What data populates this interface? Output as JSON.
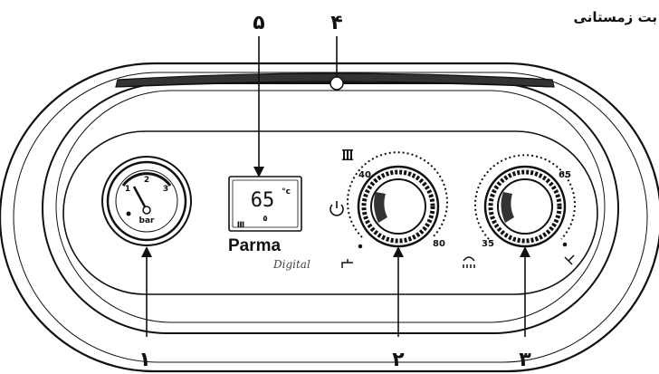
{
  "title": "بت زمستانی",
  "labels": {
    "gauge": "۱",
    "heating_knob": "۲",
    "water_knob": "۳",
    "indicator": "۴",
    "display": "۵"
  },
  "gauge": {
    "unit": "bar",
    "ticks": [
      "1",
      "2",
      "3"
    ],
    "needle_value": 1.5
  },
  "display": {
    "value": "65",
    "unit": "°c",
    "flame_symbol": "٥",
    "radiator_symbol": "Ⅲ"
  },
  "brand": {
    "name": "Parma",
    "subtitle": "Digital"
  },
  "heating_knob": {
    "min": "40",
    "max": "80"
  },
  "water_knob": {
    "min": "35",
    "max": "65"
  },
  "icons": [
    "power-icon",
    "radiator-icon",
    "tap-icon",
    "shower-icon"
  ]
}
